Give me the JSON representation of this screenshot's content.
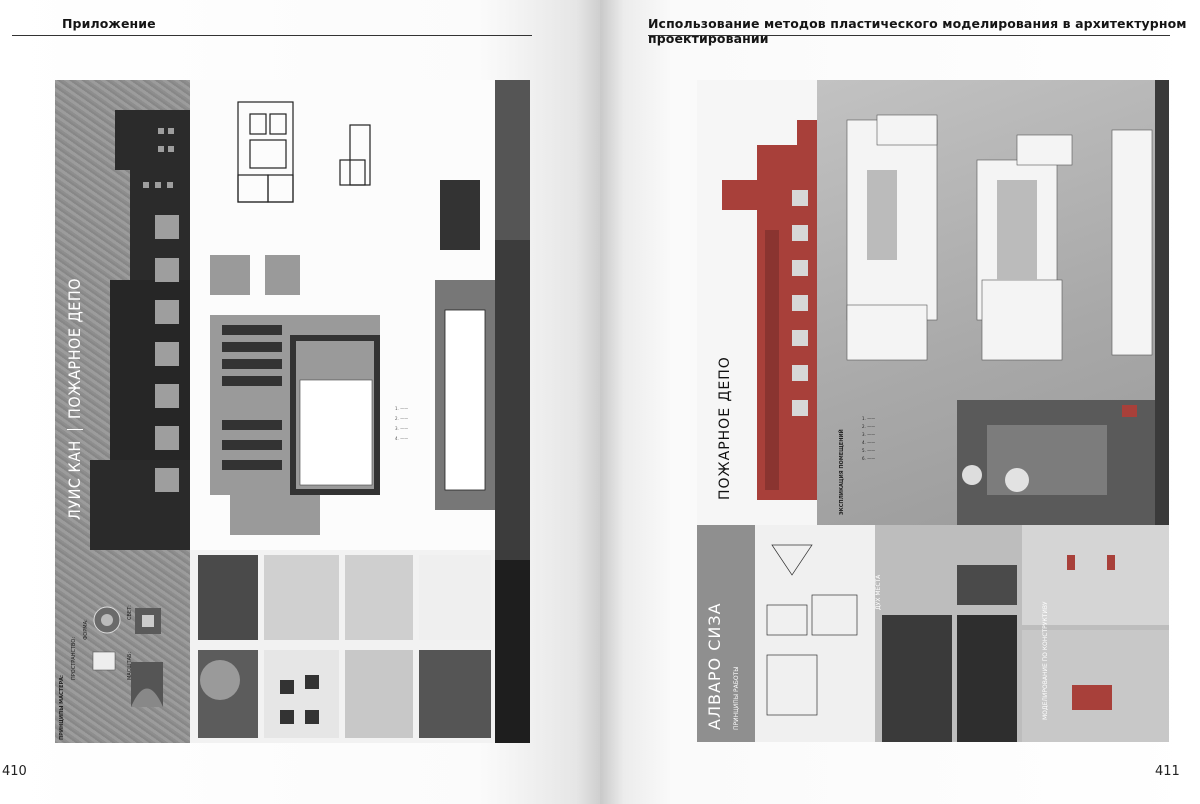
{
  "spread": {
    "left_page": {
      "running_head": "Приложение",
      "page_number": "410"
    },
    "right_page": {
      "running_head": "Использование методов пластического моделирования в архитектурном проектировании",
      "page_number": "411"
    }
  },
  "board_left": {
    "title": "ПОЖАРНОЕ ДЕПО",
    "author": "ЛУИС КАН",
    "principles_heading": "ПРИНЦИПЫ МАСТЕРА:",
    "labels": {
      "form": "ФОРМА:",
      "light": "СВЕТ:",
      "space": "ПРОСТРАНСТВО:",
      "scale": "МАСШТАБ:"
    }
  },
  "board_right": {
    "title": "ПОЖАРНОЕ ДЕПО",
    "author": "АЛВАРО СИЗА",
    "principles_heading": "ПРИНЦИПЫ РАБОТЫ",
    "explication": "ЭКСПЛИКАЦИЯ ПОМЕЩЕНИЙ",
    "spirit_of_place": "ДУХ МЕСТА",
    "modeling": "МОДЕЛИРОВАНИЕ ПО КОНСТРУКТИВУ",
    "accent_color": "#a8403a"
  }
}
